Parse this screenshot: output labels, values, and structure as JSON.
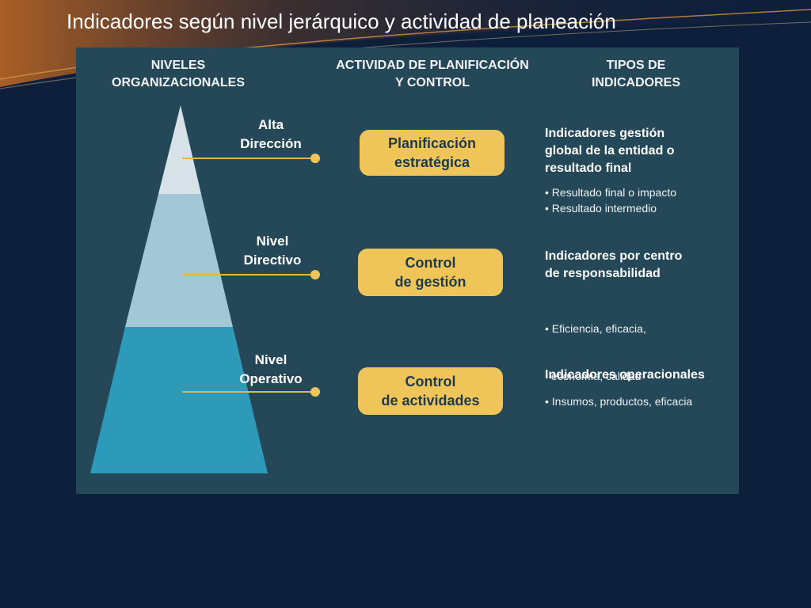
{
  "slide": {
    "title": "Indicadores según nivel jerárquico y actividad de planeación"
  },
  "headers": {
    "niveles": [
      "NIVELES",
      "ORGANIZACIONALES"
    ],
    "actividad": [
      "ACTIVIDAD DE PLANIFICACIÓN",
      "Y CONTROL"
    ],
    "tipos": [
      "TIPOS DE",
      "INDICADORES"
    ]
  },
  "levels": [
    {
      "label": [
        "Alta",
        "Dirección"
      ],
      "activity": [
        "Planificación",
        "estratégica"
      ],
      "indicator_title": [
        "Indicadores gestión",
        "global de la entidad o",
        "resultado final"
      ],
      "indicator_items": [
        "• Resultado final o impacto",
        "• Resultado intermedio"
      ]
    },
    {
      "label": [
        "Nivel",
        "Directivo"
      ],
      "activity": [
        "Control",
        "de gestión"
      ],
      "indicator_title": [
        "Indicadores por centro",
        "de responsabilidad"
      ],
      "indicator_items": [
        "• Eficiencia, eficacia,",
        "  economía, calidad"
      ]
    },
    {
      "label": [
        "Nivel",
        "Operativo"
      ],
      "activity": [
        "Control",
        "de actividades"
      ],
      "indicator_title": [
        "Indicadores operacionales"
      ],
      "indicator_items": [
        "• Insumos, productos, eficacia"
      ]
    }
  ],
  "colors": {
    "background": "#0e1f3b",
    "panel": "#244858",
    "pill": "#efc55a",
    "connector": "#e0b84a",
    "pyramid_top": "#d6e2e8",
    "pyramid_mid": "#a3c7d6",
    "pyramid_bottom": "#2e9ab9"
  }
}
